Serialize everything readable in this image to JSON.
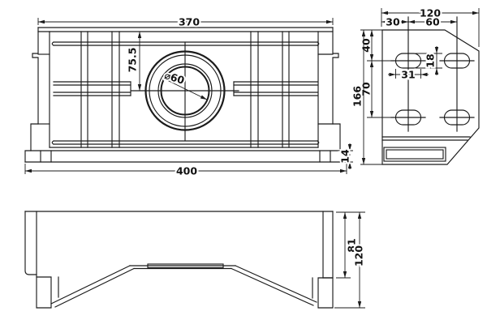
{
  "drawing": {
    "background": "#ffffff",
    "line_color": "#1b1b1b"
  },
  "dimensions": {
    "front_top_width": "370",
    "front_bore_offset": "75.5",
    "front_bore_diameter": "⌀60",
    "front_base_width": "400",
    "front_base_thickness": "14",
    "side_width": "120",
    "side_hole_offset_left": "30",
    "side_hole_pitch_h": "60",
    "side_hole_offset_top": "40",
    "side_slot_height": "18",
    "side_slot_length": "31",
    "side_hole_pitch_v": "70",
    "side_height": "166",
    "end_upper_height": "81",
    "end_total_height": "120"
  }
}
